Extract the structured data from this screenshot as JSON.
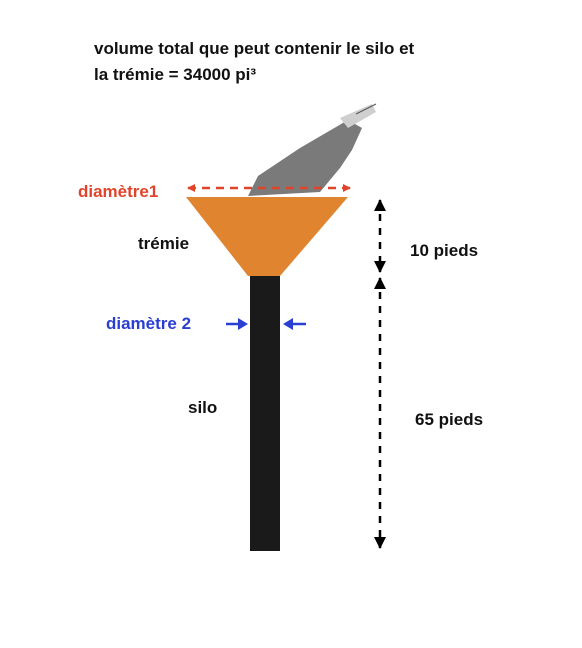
{
  "title_line1": "volume total que peut contenir le silo et",
  "title_line2": "la trémie = 34000 pi³",
  "labels": {
    "diameter1": "diamètre1",
    "diameter2": "diamètre 2",
    "hopper": "trémie",
    "silo": "silo",
    "height_hopper": "10 pieds",
    "height_silo": "65 pieds"
  },
  "colors": {
    "diameter1": "#e0452c",
    "diameter2": "#2a3fd1",
    "hopper_fill": "#e0842f",
    "silo_fill": "#1a1a1a",
    "chute_fill": "#7a7a7a",
    "dimension_arrows": "#000000"
  },
  "icons": {
    "chute": "grain-chute-icon"
  }
}
